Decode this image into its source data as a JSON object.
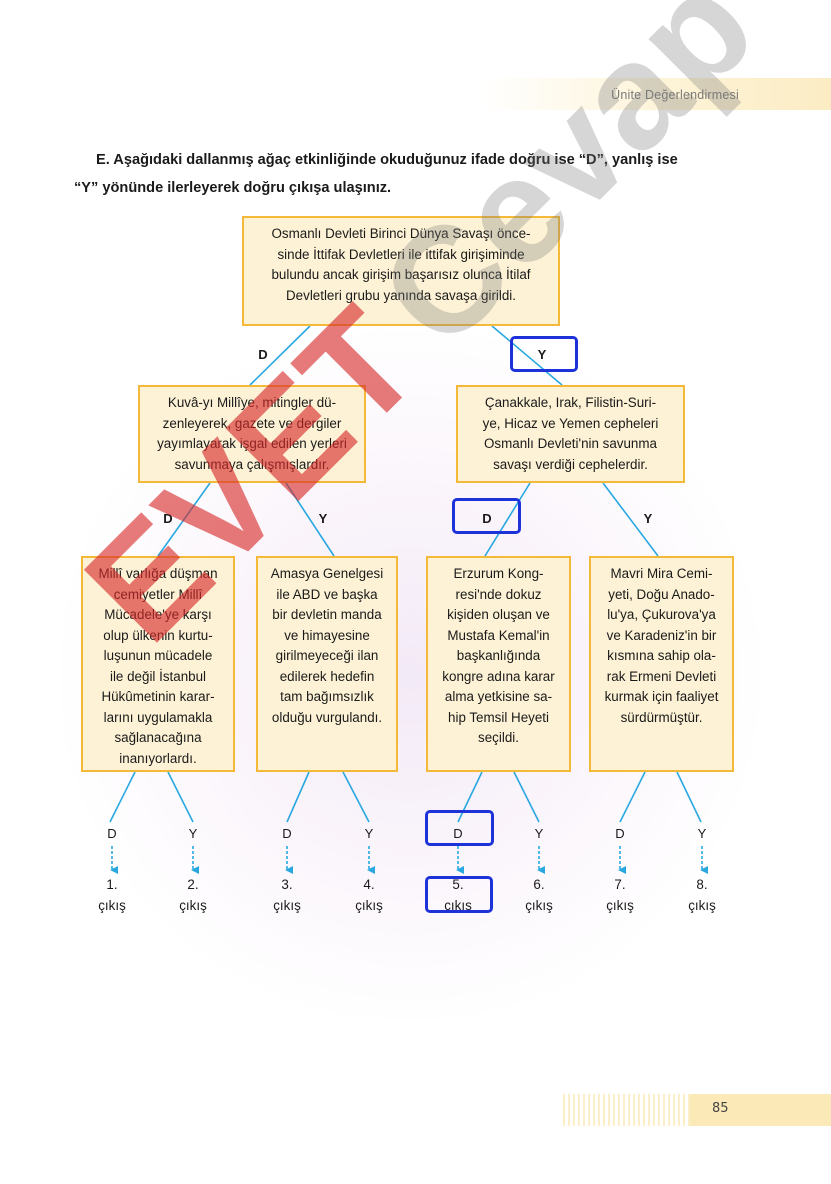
{
  "header": {
    "section_title": "Ünite Değerlendirmesi"
  },
  "instruction": {
    "lines": [
      "E. Aşağıdaki dallanmış ağaç etkinliğinde okuduğunuz ifade doğru ise “D”, yanlış ise",
      "“Y” yönünde ilerleyerek doğru çıkışa ulaşınız."
    ]
  },
  "tree": {
    "root": "Osmanlı Devleti Birinci Dünya Savaşı önce-\nsinde İttifak Devletleri ile ittifak girişiminde\nbulundu ancak girişim başarısız olunca İtilaf\nDevletleri grubu yanında savaşa girildi.",
    "level1": [
      "Kuvâ-yı Millîye, mitingler dü-\nzenleyerek, gazete ve dergiler\nyayımlayarak işgal edilen yerleri\nsavunmaya çalışmışlardır.",
      "Çanakkale, Irak, Filistin-Suri-\nye, Hicaz ve Yemen cepheleri\nOsmanlı Devleti'nin savunma\nsavaşı verdiği cephelerdir."
    ],
    "level2": [
      "Millî varlığa düşman\ncemiyetler Millî\nMücadele'ye karşı\nolup ülkenin kurtu-\nluşunun mücadele\nile değil İstanbul\nHükûmetinin karar-\nlarını uygulamakla\nsağlanacağına\ninanıyorlardı.",
      "Amasya Genelgesi\nile ABD ve başka\nbir devletin manda\nve himayesine\ngirilmeyeceği ilan\nedilerek hedefin\ntam bağımsızlık\nolduğu vurgulandı.",
      "Erzurum Kong-\nresi'nde dokuz\nkişiden oluşan ve\nMustafa Kemal'in\nbaşkanlığında\nkongre adına karar\nalma yetkisine sa-\nhip Temsil Heyeti\nseçildi.",
      "Mavri Mira Cemi-\nyeti, Doğu Anado-\nlu'ya, Çukurova'ya\nve Karadeniz'in bir\nkısmına sahip ola-\nrak Ermeni Devleti\nkurmak için faaliyet\nsürdürmüştür."
    ],
    "branch_true": "D",
    "branch_false": "Y",
    "exits": [
      {
        "branch": "D",
        "label": "1.\nçıkış"
      },
      {
        "branch": "Y",
        "label": "2.\nçıkış"
      },
      {
        "branch": "D",
        "label": "3.\nçıkış"
      },
      {
        "branch": "Y",
        "label": "4.\nçıkış"
      },
      {
        "branch": "D",
        "label": "5.\nçıkış"
      },
      {
        "branch": "Y",
        "label": "6.\nçıkış"
      },
      {
        "branch": "D",
        "label": "7.\nçıkış"
      },
      {
        "branch": "Y",
        "label": "8.\nçıkış"
      }
    ]
  },
  "watermark": {
    "part1": "EVET",
    "part2": "Cevap"
  },
  "colors": {
    "box_border": "#f5b93a",
    "box_fill": "#fdf2d5",
    "line": "#29a8e0",
    "highlight": "#1d32d8",
    "watermark": "#d62828"
  },
  "footer": {
    "page_number": "85"
  }
}
